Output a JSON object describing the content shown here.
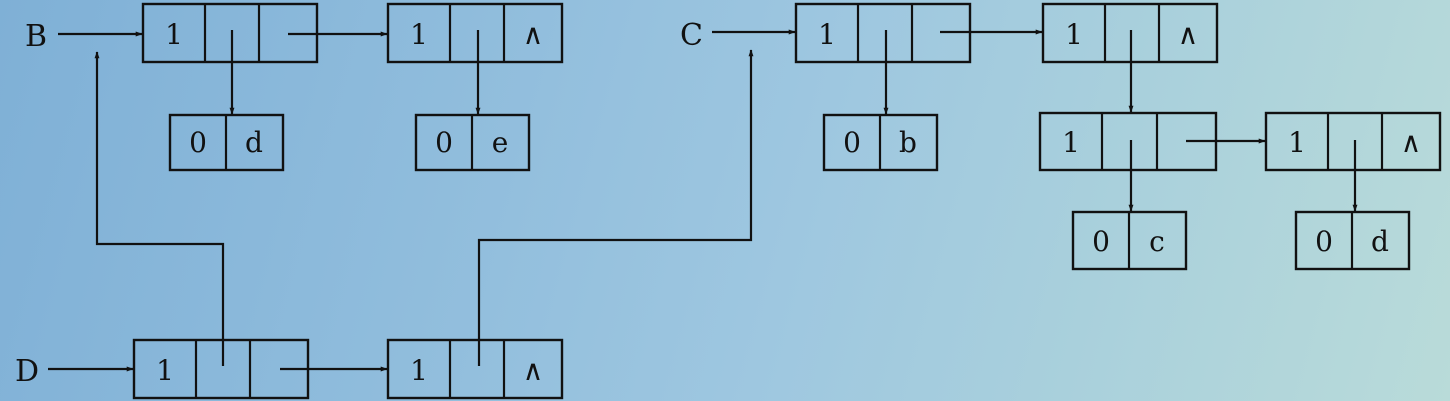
{
  "diagram": {
    "heads": {
      "B": "B",
      "C": "C",
      "D": "D"
    },
    "nodes": {
      "b1": {
        "tag": "1"
      },
      "b2": {
        "tag": "1",
        "tp": "∧"
      },
      "d_atom": {
        "tag": "0",
        "atom": "d"
      },
      "e_atom": {
        "tag": "0",
        "atom": "e"
      },
      "c1": {
        "tag": "1"
      },
      "c2": {
        "tag": "1",
        "tp": "∧"
      },
      "b_atom": {
        "tag": "0",
        "atom": "b"
      },
      "c3": {
        "tag": "1"
      },
      "c4": {
        "tag": "1",
        "tp": "∧"
      },
      "c_atom": {
        "tag": "0",
        "atom": "c"
      },
      "d2_atom": {
        "tag": "0",
        "atom": "d"
      },
      "d1": {
        "tag": "1"
      },
      "d2": {
        "tag": "1",
        "tp": "∧"
      }
    }
  }
}
